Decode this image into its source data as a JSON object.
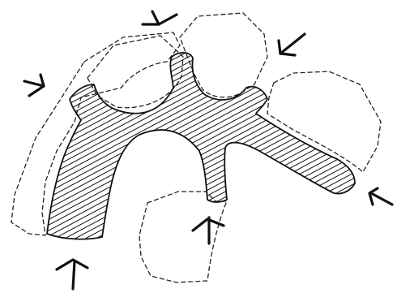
{
  "sketch": {
    "background": "#ffffff",
    "ink_color": "#111111",
    "dashed_zones": [
      "left-zone",
      "top-left-cell",
      "top-center-cell",
      "right-cell",
      "bottom-cell"
    ],
    "arrows": [
      {
        "name": "arrow-top",
        "icon": "chevron-down-icon"
      },
      {
        "name": "arrow-upper-right",
        "icon": "chevron-down-left-icon"
      },
      {
        "name": "arrow-left",
        "icon": "chevron-down-right-icon"
      },
      {
        "name": "arrow-right",
        "icon": "chevron-left-icon"
      },
      {
        "name": "arrow-bottom-center",
        "icon": "chevron-up-icon"
      },
      {
        "name": "arrow-bottom-left",
        "icon": "chevron-up-icon"
      }
    ],
    "hatched_form": "branching-arch"
  }
}
